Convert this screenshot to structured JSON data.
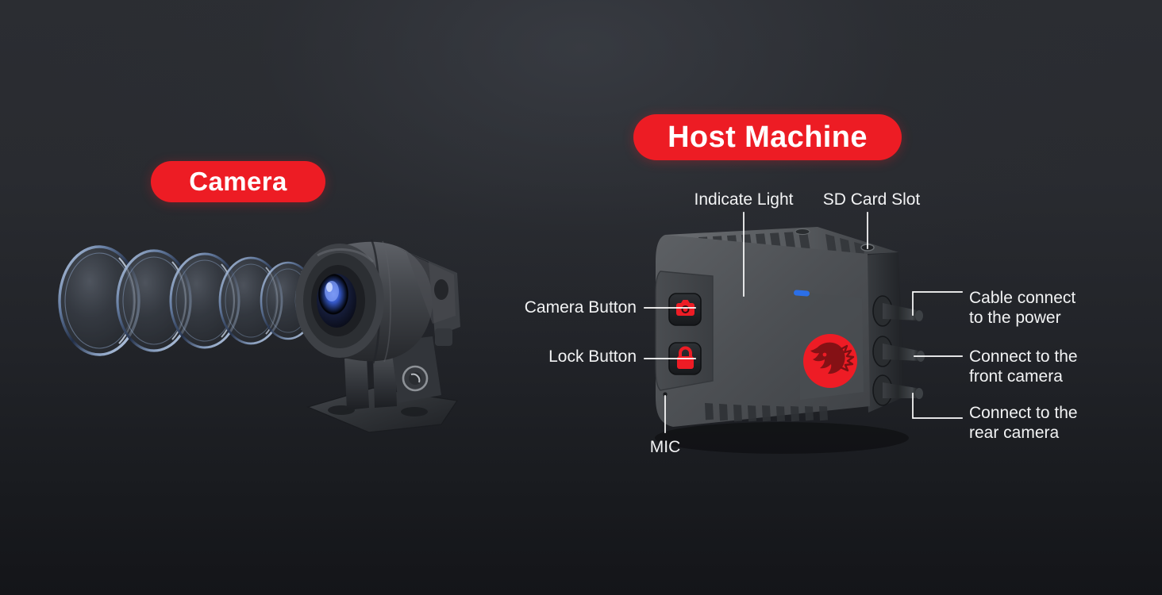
{
  "background": {
    "top_color": "#2b2d32",
    "bottom_color": "#141519"
  },
  "accent": {
    "red": "#ed1c24",
    "indicator_blue": "#2b6fe8",
    "label_text": "#f2f3f4"
  },
  "badges": [
    {
      "id": "camera",
      "label": "Camera"
    },
    {
      "id": "host",
      "label": "Host Machine"
    }
  ],
  "callouts": [
    {
      "id": "indicate-light",
      "label": "Indicate Light"
    },
    {
      "id": "sd-card-slot",
      "label": "SD Card Slot"
    },
    {
      "id": "camera-button",
      "label": "Camera Button"
    },
    {
      "id": "lock-button",
      "label": "Lock Button"
    },
    {
      "id": "mic",
      "label": "MIC"
    },
    {
      "id": "cable-power",
      "label": "Cable connect\nto the power"
    },
    {
      "id": "front-camera",
      "label": "Connect to the\nfront camera"
    },
    {
      "id": "rear-camera",
      "label": "Connect to the\nrear camera"
    }
  ],
  "camera_module": {
    "lens_element_count": 6,
    "lens_tint": "#9fb6d8",
    "body_color": "#3a3c40",
    "front_lens_glint": "#3b63c8"
  },
  "host_module": {
    "body_color": "#545659",
    "logo_shape": "lion-head-circle",
    "logo_color": "#ee1c25",
    "indicator_color": "#2b6fe8",
    "button_count": 2,
    "cable_port_count": 3,
    "vent_fin_count_top": 13,
    "vent_fin_count_bottom": 13
  }
}
